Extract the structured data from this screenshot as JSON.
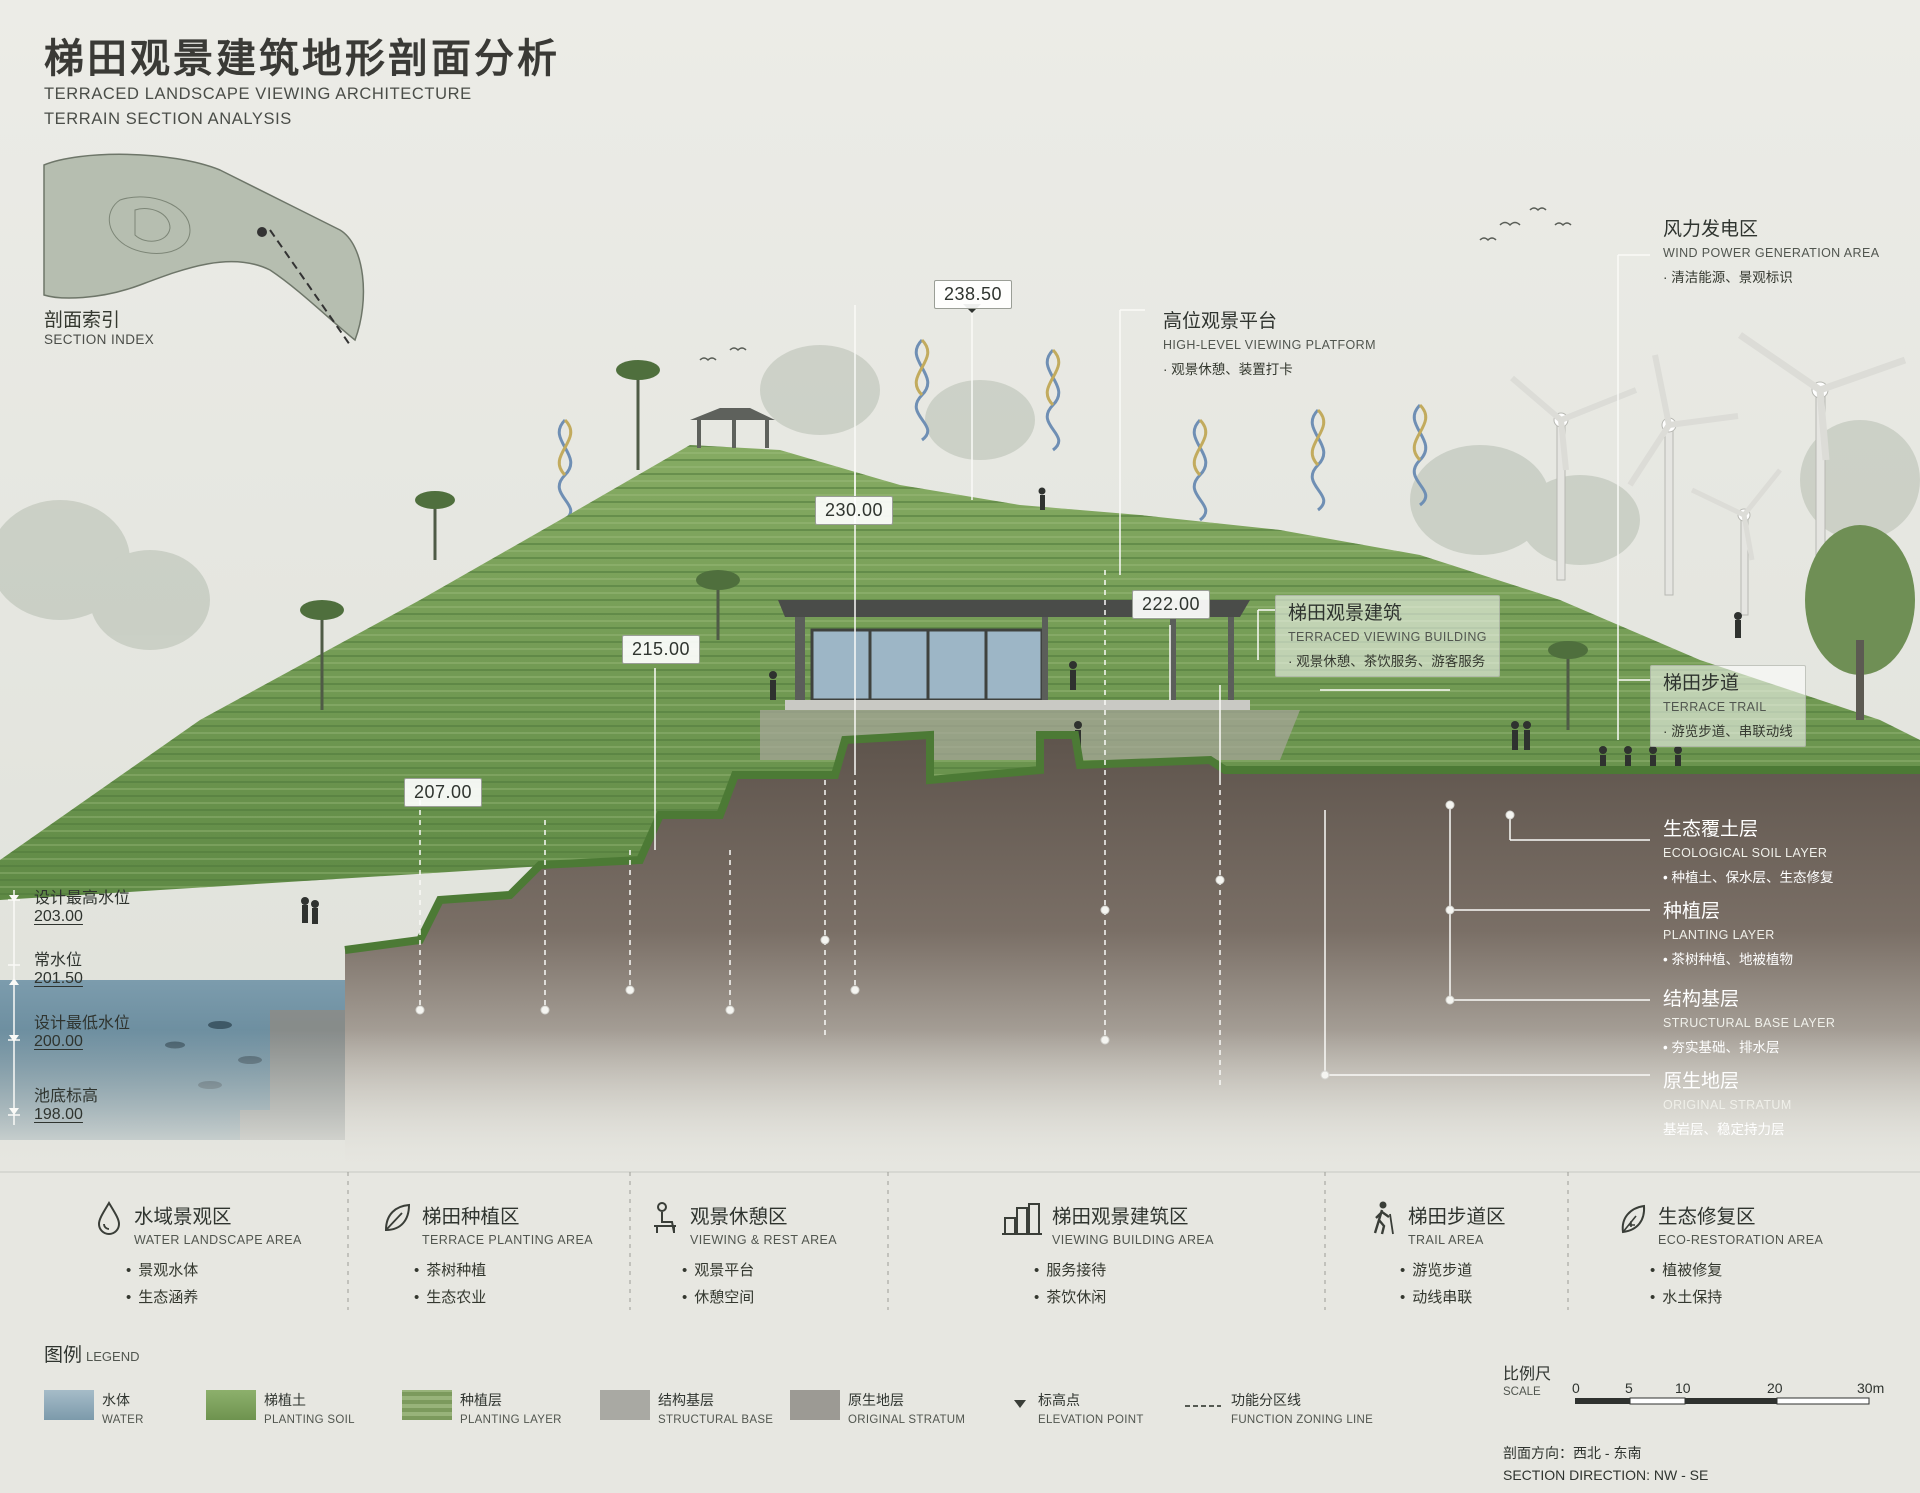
{
  "title": {
    "cn": "梯田观景建筑地形剖面分析",
    "en_line1": "TERRACED LANDSCAPE VIEWING ARCHITECTURE",
    "en_line2": "TERRAIN SECTION ANALYSIS"
  },
  "section_index": {
    "cn": "剖面索引",
    "en": "SECTION INDEX"
  },
  "elevations": [
    "238.50",
    "230.00",
    "222.00",
    "215.00",
    "207.00"
  ],
  "callouts": {
    "wind": {
      "cn": "风力发电区",
      "en": "WIND POWER GENERATION AREA",
      "desc": "· 清洁能源、景观标识"
    },
    "platform": {
      "cn": "高位观景平台",
      "en": "HIGH-LEVEL VIEWING PLATFORM",
      "desc": "· 观景休憩、装置打卡"
    },
    "building": {
      "cn": "梯田观景建筑",
      "en": "TERRACED VIEWING BUILDING",
      "desc": "· 观景休憩、茶饮服务、游客服务"
    },
    "trail": {
      "cn": "梯田步道",
      "en": "TERRACE TRAIL",
      "desc": "· 游览步道、串联动线"
    },
    "eco_soil": {
      "cn": "生态覆土层",
      "en": "ECOLOGICAL SOIL LAYER",
      "desc": "• 种植土、保水层、生态修复"
    },
    "planting": {
      "cn": "种植层",
      "en": "PLANTING LAYER",
      "desc": "• 茶树种植、地被植物"
    },
    "structural": {
      "cn": "结构基层",
      "en": "STRUCTURAL BASE LAYER",
      "desc": "• 夯实基础、排水层"
    },
    "original": {
      "cn": "原生地层",
      "en": "ORIGINAL STRATUM",
      "desc": "基岩层、稳定持力层"
    }
  },
  "water_levels": [
    {
      "label": "设计最高水位",
      "value": "203.00"
    },
    {
      "label": "常水位",
      "value": "201.50"
    },
    {
      "label": "设计最低水位",
      "value": "200.00"
    },
    {
      "label": "池底标高",
      "value": "198.00"
    }
  ],
  "zones": [
    {
      "cn": "水域景观区",
      "en": "WATER LANDSCAPE AREA",
      "items": [
        "景观水体",
        "生态涵养"
      ],
      "icon": "water-drop-icon"
    },
    {
      "cn": "梯田种植区",
      "en": "TERRACE PLANTING AREA",
      "items": [
        "茶树种植",
        "生态农业"
      ],
      "icon": "leaf-icon"
    },
    {
      "cn": "观景休憩区",
      "en": "VIEWING & REST AREA",
      "items": [
        "观景平台",
        "休憩空间"
      ],
      "icon": "seated-person-icon"
    },
    {
      "cn": "梯田观景建筑区",
      "en": "VIEWING BUILDING AREA",
      "items": [
        "服务接待",
        "茶饮休闲"
      ],
      "icon": "building-icon"
    },
    {
      "cn": "梯田步道区",
      "en": "TRAIL AREA",
      "items": [
        "游览步道",
        "动线串联"
      ],
      "icon": "hiker-icon"
    },
    {
      "cn": "生态修复区",
      "en": "ECO-RESTORATION AREA",
      "items": [
        "植被修复",
        "水土保持"
      ],
      "icon": "eco-leaf-icon"
    }
  ],
  "legend": {
    "title": "图例",
    "title_en": "LEGEND",
    "items": [
      {
        "cn": "水体",
        "en": "WATER",
        "color": "#8fa9b6"
      },
      {
        "cn": "梯植土",
        "en": "PLANTING SOIL",
        "color": "#7ea061"
      },
      {
        "cn": "种植层",
        "en": "PLANTING LAYER",
        "color": "#8aa26a"
      },
      {
        "cn": "结构基层",
        "en": "STRUCTURAL BASE",
        "color": "#a9a9a3"
      },
      {
        "cn": "原生地层",
        "en": "ORIGINAL STRATUM",
        "color": "#9c9a94"
      },
      {
        "cn": "标高点",
        "en": "ELEVATION POINT",
        "color": "#3a3e38"
      },
      {
        "cn": "功能分区线",
        "en": "FUNCTION ZONING LINE",
        "color": "#555a52"
      }
    ]
  },
  "scale": {
    "cn": "比例尺",
    "en": "SCALE",
    "ticks": [
      "0",
      "5",
      "10",
      "20",
      "30m"
    ]
  },
  "section_direction": {
    "cn": "剖面方向：西北 - 东南",
    "en": "SECTION DIRECTION: NW - SE"
  },
  "colors": {
    "background": "#e7e7e1",
    "grass": "#7fa25f",
    "soil": "#6e645c",
    "water": "#6d92a4",
    "text": "#2f342f"
  }
}
